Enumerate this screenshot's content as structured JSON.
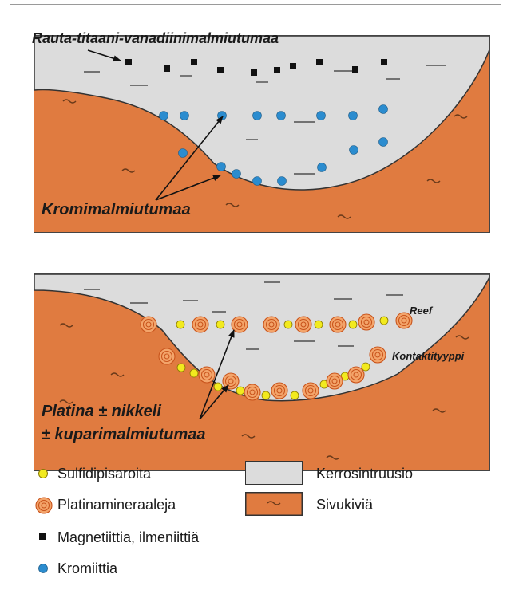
{
  "top_panel": {
    "label_fe_ti_v": "Rauta-titaani-vanadiinimalmiutumaa",
    "label_chromite": "Kromimalmiutumaa"
  },
  "bottom_panel": {
    "label_reef": "Reef",
    "label_contact": "Kontaktityyppi",
    "label_pgm_line1": "Platina ± nikkeli",
    "label_pgm_line2": "± kuparimalmiutumaa"
  },
  "legend": {
    "sulfide": "Sulfidipisaroita",
    "pgm": "Platinamineraaleja",
    "magnetite": "Magnetiittia, ilmeniittiä",
    "chromite": "Kromiittia",
    "intrusion": "Kerrosintruusio",
    "host_rock": "Sivukiviä"
  },
  "colors": {
    "host_rock": "#e07b40",
    "intrusion": "#dcdcdc",
    "chromite": "#2b8ccf",
    "sulfide": "#f2ea1e",
    "pgm": "#f0904a",
    "magnetite": "#111111"
  }
}
